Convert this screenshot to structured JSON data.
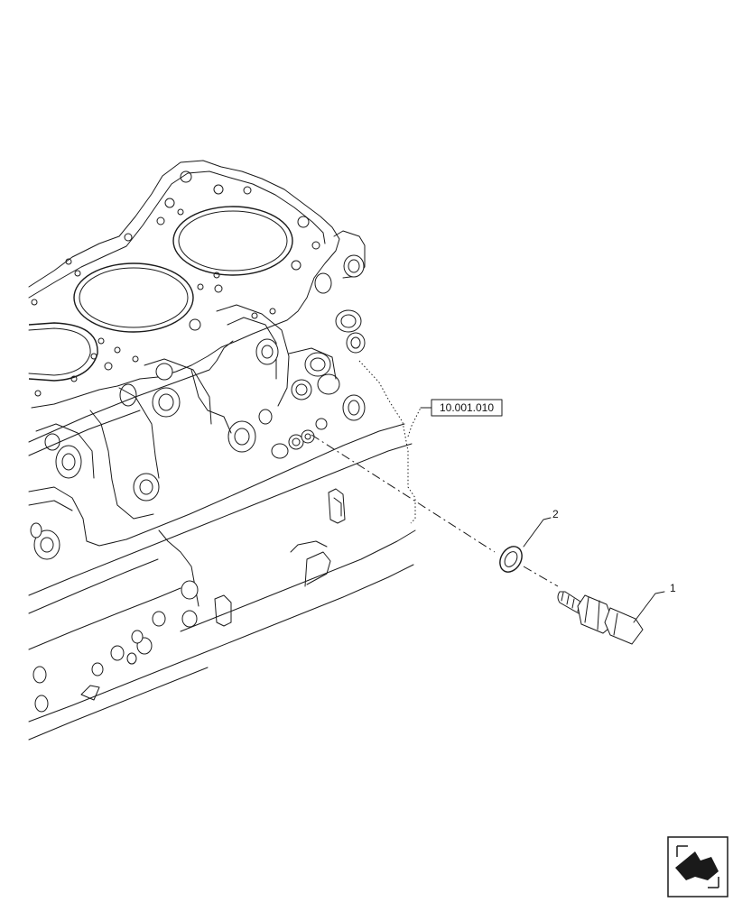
{
  "callouts": {
    "ref_box": "10.001.010",
    "item_1": "1",
    "item_2": "2"
  },
  "icons": {
    "nav_icon": "arrow-icon"
  }
}
